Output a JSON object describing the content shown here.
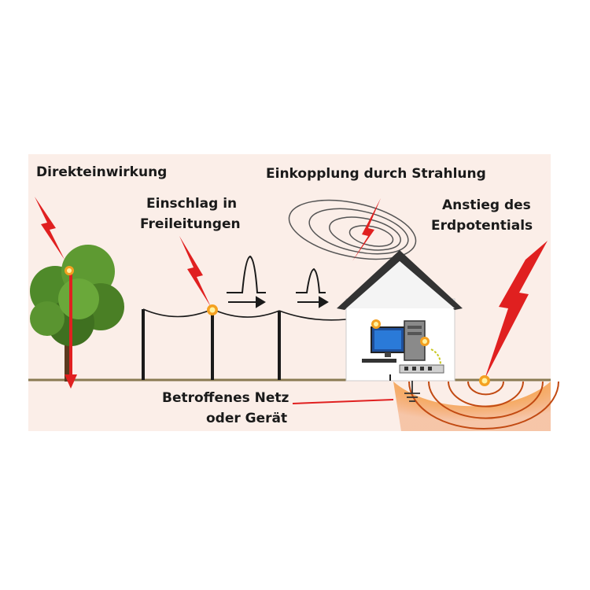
{
  "labels": {
    "direct": "Direkteinwirkung",
    "coupling": "Einkopplung durch Strahlung",
    "overhead_line1": "Einschlag in",
    "overhead_line2": "Freileitungen",
    "earth_line1": "Anstieg des",
    "earth_line2": "Erdpotentials",
    "affected_line1": "Betroffenes Netz",
    "affected_line2": "oder Gerät"
  },
  "colors": {
    "background": "#fbeee8",
    "lightning": "#e02020",
    "ground_line": "#8a7a52",
    "tree": "#4f8a2a",
    "earth_glow": "#f08a2a",
    "house_roof": "#333333"
  },
  "icons": [
    "lightning-bolt-icon",
    "tree-icon",
    "house-icon",
    "computer-icon",
    "spark-icon",
    "ground-symbol-icon",
    "surge-pulse-icon",
    "radiation-wave-icon"
  ]
}
